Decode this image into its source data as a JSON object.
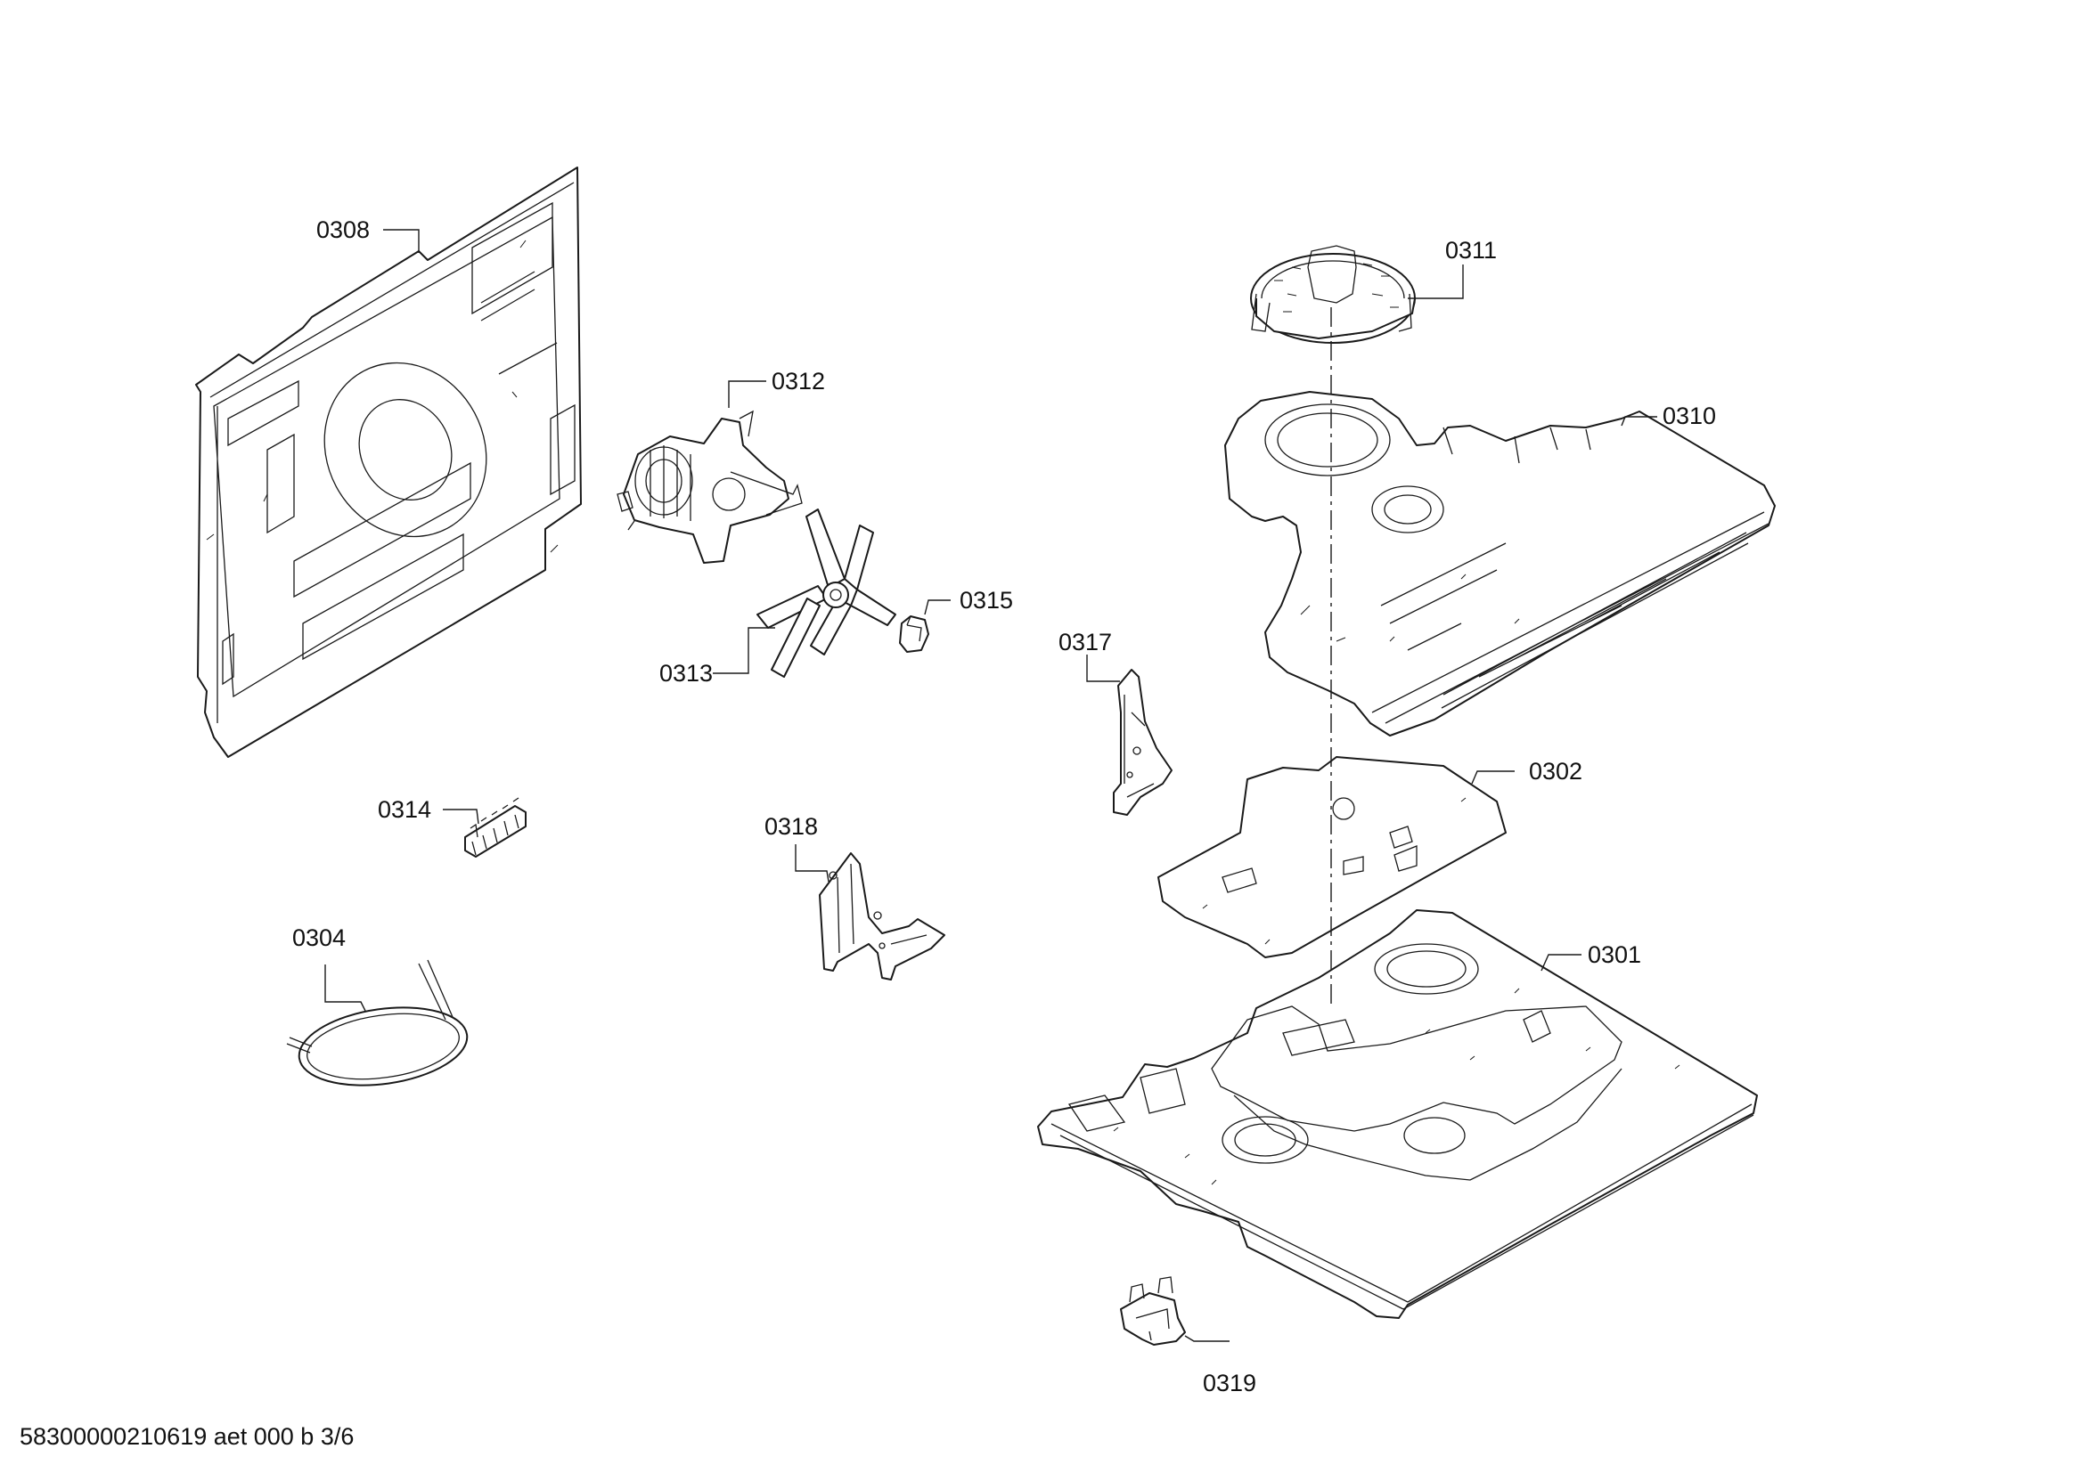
{
  "parts": {
    "p0301": "0301",
    "p0302": "0302",
    "p0304": "0304",
    "p0308": "0308",
    "p0310": "0310",
    "p0311": "0311",
    "p0312": "0312",
    "p0313": "0313",
    "p0314": "0314",
    "p0315": "0315",
    "p0317": "0317",
    "p0318": "0318",
    "p0319": "0319"
  },
  "footer": {
    "document_code": "58300000210619 aet 000 b 3/6"
  }
}
